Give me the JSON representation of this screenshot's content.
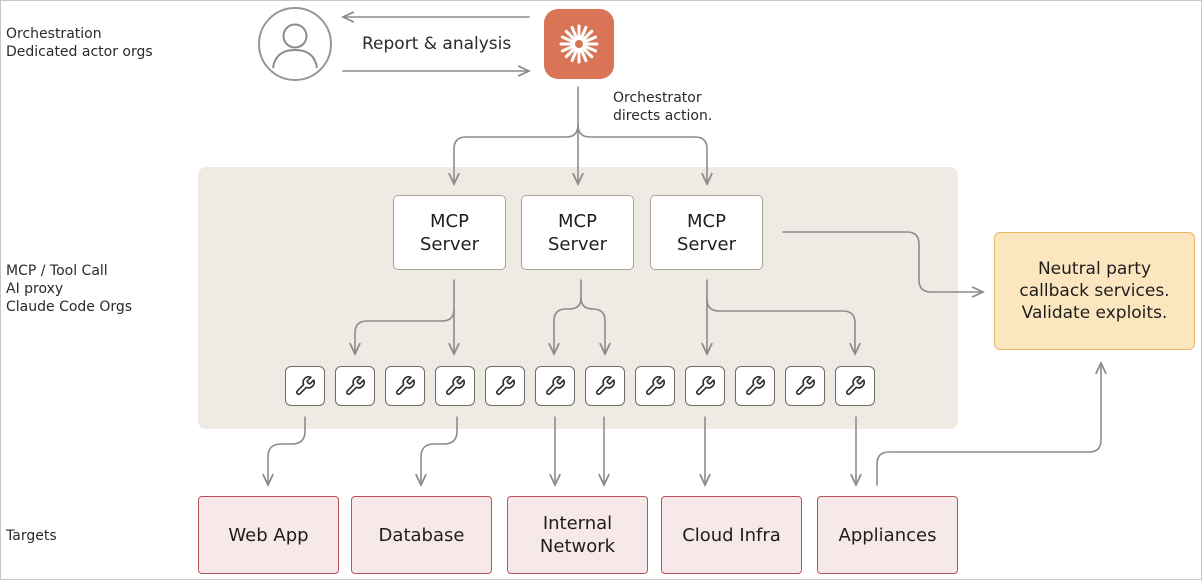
{
  "lanes": {
    "orchestration": "Orchestration\nDedicated actor orgs",
    "mcp": "MCP / Tool Call\nAI proxy\nClaude Code Orgs",
    "targets": "Targets"
  },
  "orchestration": {
    "report_label": "Report & analysis",
    "director_note": "Orchestrator\ndirects action."
  },
  "mcp_servers": [
    "MCP\nServer",
    "MCP\nServer",
    "MCP\nServer"
  ],
  "tools": {
    "icon": "wrench-icon",
    "items": [
      "tool",
      "tool",
      "tool",
      "tool",
      "tool",
      "tool",
      "tool",
      "tool",
      "tool",
      "tool",
      "tool",
      "tool"
    ]
  },
  "targets": [
    "Web App",
    "Database",
    "Internal\nNetwork",
    "Cloud Infra",
    "Appliances"
  ],
  "callback": "Neutral party\ncallback services.\nValidate exploits.",
  "colors": {
    "orchestrator": "#d97556",
    "mcp_panel": "#efeae4",
    "target_fill": "#f7e9e9",
    "target_border": "#b8525a",
    "callback_fill": "#fbe6bf",
    "callback_border": "#e8b766",
    "arrow": "#8f8c88"
  }
}
